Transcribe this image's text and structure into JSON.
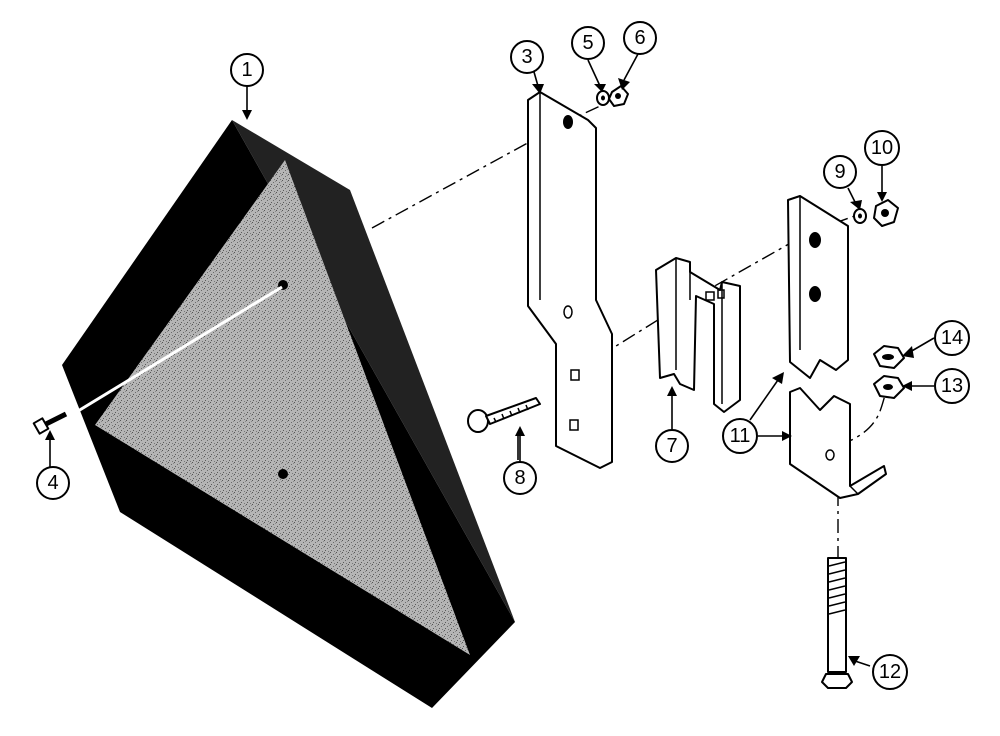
{
  "callouts": [
    {
      "id": "1",
      "label": "1"
    },
    {
      "id": "3",
      "label": "3"
    },
    {
      "id": "4",
      "label": "4"
    },
    {
      "id": "5",
      "label": "5"
    },
    {
      "id": "6",
      "label": "6"
    },
    {
      "id": "7",
      "label": "7"
    },
    {
      "id": "8",
      "label": "8"
    },
    {
      "id": "9",
      "label": "9"
    },
    {
      "id": "10",
      "label": "10"
    },
    {
      "id": "11a",
      "label": "11"
    },
    {
      "id": "11b",
      "label": "11"
    },
    {
      "id": "12",
      "label": "12"
    },
    {
      "id": "13",
      "label": "13"
    },
    {
      "id": "14",
      "label": "14"
    }
  ],
  "colors": {
    "ink": "#000000",
    "paper": "#ffffff",
    "reflective": "#9a9a9a"
  }
}
